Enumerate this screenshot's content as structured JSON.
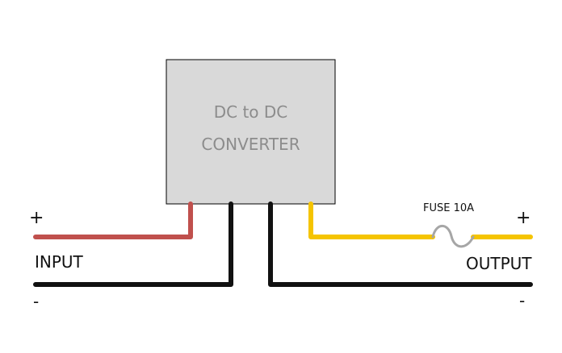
{
  "converter": {
    "line1": "DC to DC",
    "line2": "CONVERTER"
  },
  "input": {
    "label": "INPUT",
    "plus": "+",
    "minus": "-"
  },
  "output": {
    "label": "OUTPUT",
    "plus": "+",
    "minus": "-"
  },
  "fuse": {
    "label": "FUSE 10A"
  },
  "colors": {
    "box_fill": "#d9d9d9",
    "box_text": "#8c8c8c",
    "wire_positive_input": "#c0504d",
    "wire_positive_output": "#f5c400",
    "wire_ground": "#111111",
    "fuse": "#a6a6a6"
  }
}
